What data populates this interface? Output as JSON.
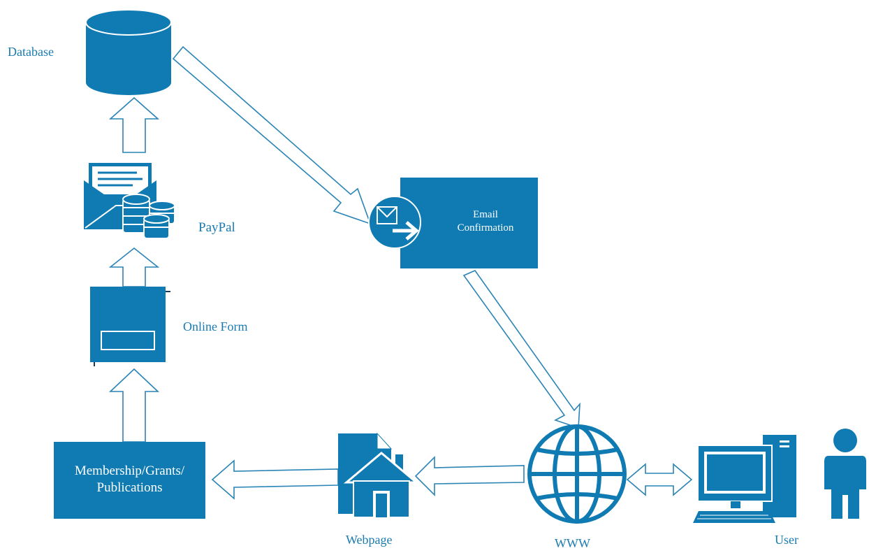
{
  "labels": {
    "database": "Database",
    "paypal": "PayPal",
    "online_form": "Online Form",
    "email_line1": "Email",
    "email_line2": "Confirmation",
    "membership_line1": "Membership/Grants/",
    "membership_line2": "Publications",
    "webpage": "Webpage",
    "www": "WWW",
    "user": "User"
  },
  "colors": {
    "primary": "#0f7bb2",
    "primary_dark": "#0b6a9c",
    "label_text": "#1a7bb0",
    "arrow_outline": "#2a84b6",
    "shadow": "#1d3a55"
  }
}
